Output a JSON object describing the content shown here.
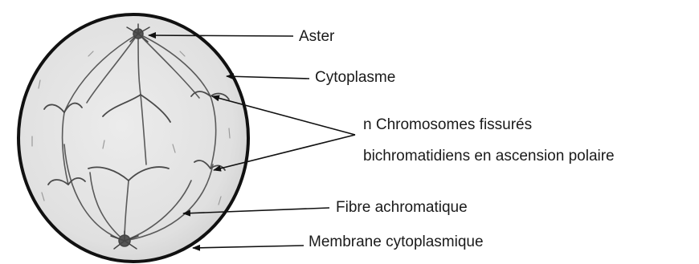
{
  "labels": {
    "aster": "Aster",
    "cytoplasme": "Cytoplasme",
    "chromosomes_line1": "n Chromosomes fissurés",
    "chromosomes_line2": "bichromatidiens en ascension polaire",
    "fibre": "Fibre achromatique",
    "membrane": "Membrane cytoplasmique"
  },
  "colors": {
    "membrane": "#111111",
    "cytoplasm_fill": "#e4e4e4",
    "strokes": "#555555",
    "pointer": "#111111",
    "text": "#1a1a1a"
  }
}
